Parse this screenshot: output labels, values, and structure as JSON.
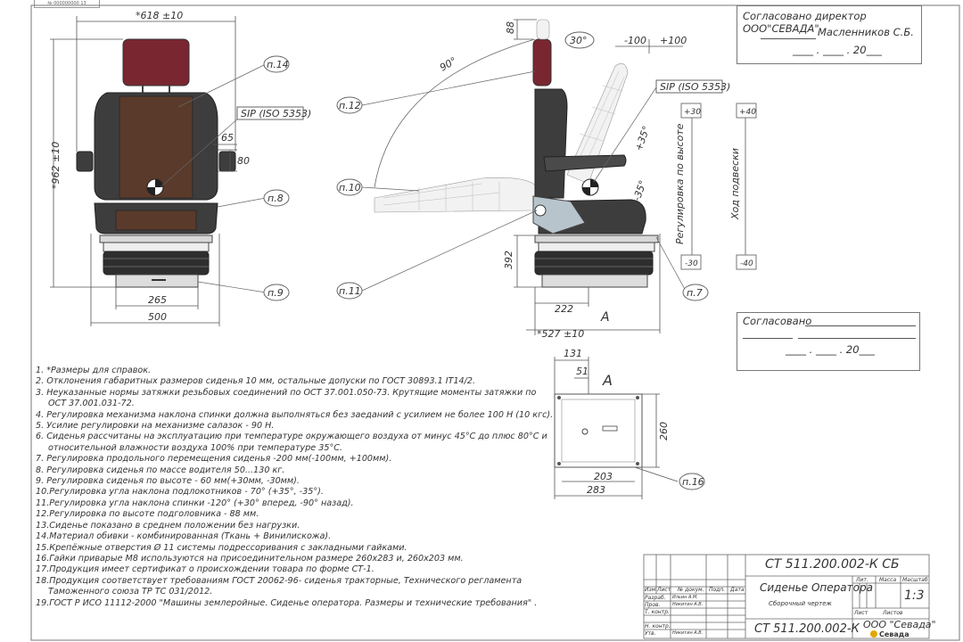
{
  "sheet": {
    "corner_code": "№ 000000000 13"
  },
  "front_view": {
    "width_label": "*618 ±10",
    "height_label": "*962 ±10",
    "armrest_label_1": "65",
    "armrest_label_2": "80",
    "base_width_label": "265",
    "overall_width_label": "500",
    "sip_label": "SIP (ISO 5353)",
    "callout_p14": "п.14",
    "callout_p8": "п.8",
    "callout_p9": "п.9"
  },
  "side_view": {
    "headrest_travel": "88",
    "headrest_angle": "30°",
    "recline_angle": "90°",
    "fore_aft_minus": "-100",
    "fore_aft_plus": "+100",
    "sip_label": "SIP (ISO 5353)",
    "armrest_angle_up": "+35°",
    "armrest_angle_down": "-35°",
    "height_label": "392",
    "depth_label": "222",
    "overall_depth_label": "*527 ±10",
    "view_marker": "A",
    "callout_p12": "п.12",
    "callout_p10": "п.10",
    "callout_p11": "п.11",
    "callout_p7": "п.7",
    "height_adjust_caption": "Регулировка по высоте",
    "height_adjust_plus": "+30",
    "height_adjust_minus": "-30",
    "suspension_caption": "Ход подвески",
    "suspension_plus": "+40",
    "suspension_minus": "-40"
  },
  "view_a": {
    "title": "A",
    "dim_131": "131",
    "dim_51": "51",
    "dim_260": "260",
    "dim_203": "203",
    "dim_283": "283",
    "callout_p16": "п.16"
  },
  "approval_top": {
    "line1": "Согласовано директор ООО\"СЕВАДА\"",
    "line2": "Масленников С.Б.",
    "line3": "____ . ____ . 20___"
  },
  "approval_bottom": {
    "line1": "Согласовано",
    "line3": "____ . ____ . 20___"
  },
  "notes": [
    {
      "text": "1.  *Размеры для справок.",
      "cont": false
    },
    {
      "text": "2. Отклонения габаритных размеров сиденья  10 мм, остальные допуски по ГОСТ 30893.1  IT14/2.",
      "cont": false
    },
    {
      "text": "3. Неуказанные нормы затяжки резьбовых соединений по ОСТ 37.001.050-73. Крутящие моменты затяжки по",
      "cont": false
    },
    {
      "text": "ОСТ 37.001.031-72.",
      "cont": true
    },
    {
      "text": "4. Регулировка механизма наклона спинки должна выполняться без заеданий с усилием не более 100 Н (10 кгс).",
      "cont": false
    },
    {
      "text": "5. Усилие регулировки на механизме салазок - 90 Н.",
      "cont": false
    },
    {
      "text": "6. Сиденья рассчитаны на эксплуатацию при температуре окружающего воздуха от минус 45°С до плюс 80°С и",
      "cont": false
    },
    {
      "text": "относительной влажности воздуха 100% при температуре 35°С.",
      "cont": true
    },
    {
      "text": "7. Регулировка продольного перемещения сиденья -200 мм(-100мм, +100мм).",
      "cont": false
    },
    {
      "text": "8. Регулировка сиденья по массе водителя 50...130 кг.",
      "cont": false
    },
    {
      "text": "9. Регулировка сиденья по высоте - 60 мм(+30мм, -30мм).",
      "cont": false
    },
    {
      "text": "10.Регулировка угла наклона подлокотников - 70° (+35°, -35°).",
      "cont": false
    },
    {
      "text": "11.Регулировка угла наклона спинки -120° (+30° вперед, -90° назад).",
      "cont": false
    },
    {
      "text": "12.Регулировка по высоте подголовника - 88 мм.",
      "cont": false
    },
    {
      "text": "13.Сиденье показано в среднем положении без нагрузки.",
      "cont": false
    },
    {
      "text": "14.Материал обивки - комбинированная (Ткань + Винилискожа).",
      "cont": false
    },
    {
      "text": "15.Крепёжные отверстия  Ø 11 системы подрессоривания с закладными гайками.",
      "cont": false
    },
    {
      "text": "16.Гайки приварые М8 используются на присоединительном размере 260x283 и, 260x203 мм.",
      "cont": false
    },
    {
      "text": "17.Продукция имеет сертификат о происхождении товара по форме СТ-1.",
      "cont": false
    },
    {
      "text": "18.Продукция соответствует требованиям ГОСТ 20062-96- сиденья тракторные, Технического регламента",
      "cont": false
    },
    {
      "text": "Таможенного союза ТР ТС 031/2012.",
      "cont": true
    },
    {
      "text": "19.ГОСТ Р ИСО 11112-2000 \"Машины землеройные. Сиденье оператора. Размеры и технические требования\" .",
      "cont": false
    }
  ],
  "title_block": {
    "designation_top": "СТ 511.200.002-К  СБ",
    "designation_bottom": "СТ 511.200.002-К",
    "product_name": "Сиденье Оператора",
    "doc_type": "Сборочный чертеж",
    "col_izm": "Изм",
    "col_list": "Лист",
    "col_doc": "№ докум.",
    "col_sign": "Подп.",
    "col_date": "Дата",
    "row_razrab": "Разраб.",
    "row_prov": "Пров.",
    "row_tkontr": "Т. контр.",
    "row_nkontr": "Н. контр.",
    "row_utv": "Утв.",
    "name_razrab": "Ильин А.М.",
    "name_prov": "Никитин А.В.",
    "name_utv": "Никитин А.В.",
    "lit": "Лит.",
    "mass": "Масса",
    "scale_caption": "Масштаб",
    "scale": "1:3",
    "sheet": "Лист",
    "sheets": "Листов",
    "company": "ООО \"Севада\"",
    "logo_text": "Севада"
  },
  "colors": {
    "headrest": "#7a2630",
    "cushion_fabric": "#5a3a2a",
    "vinyl": "#3d3d3d",
    "line": "#555555",
    "logo": "#e0a800"
  }
}
